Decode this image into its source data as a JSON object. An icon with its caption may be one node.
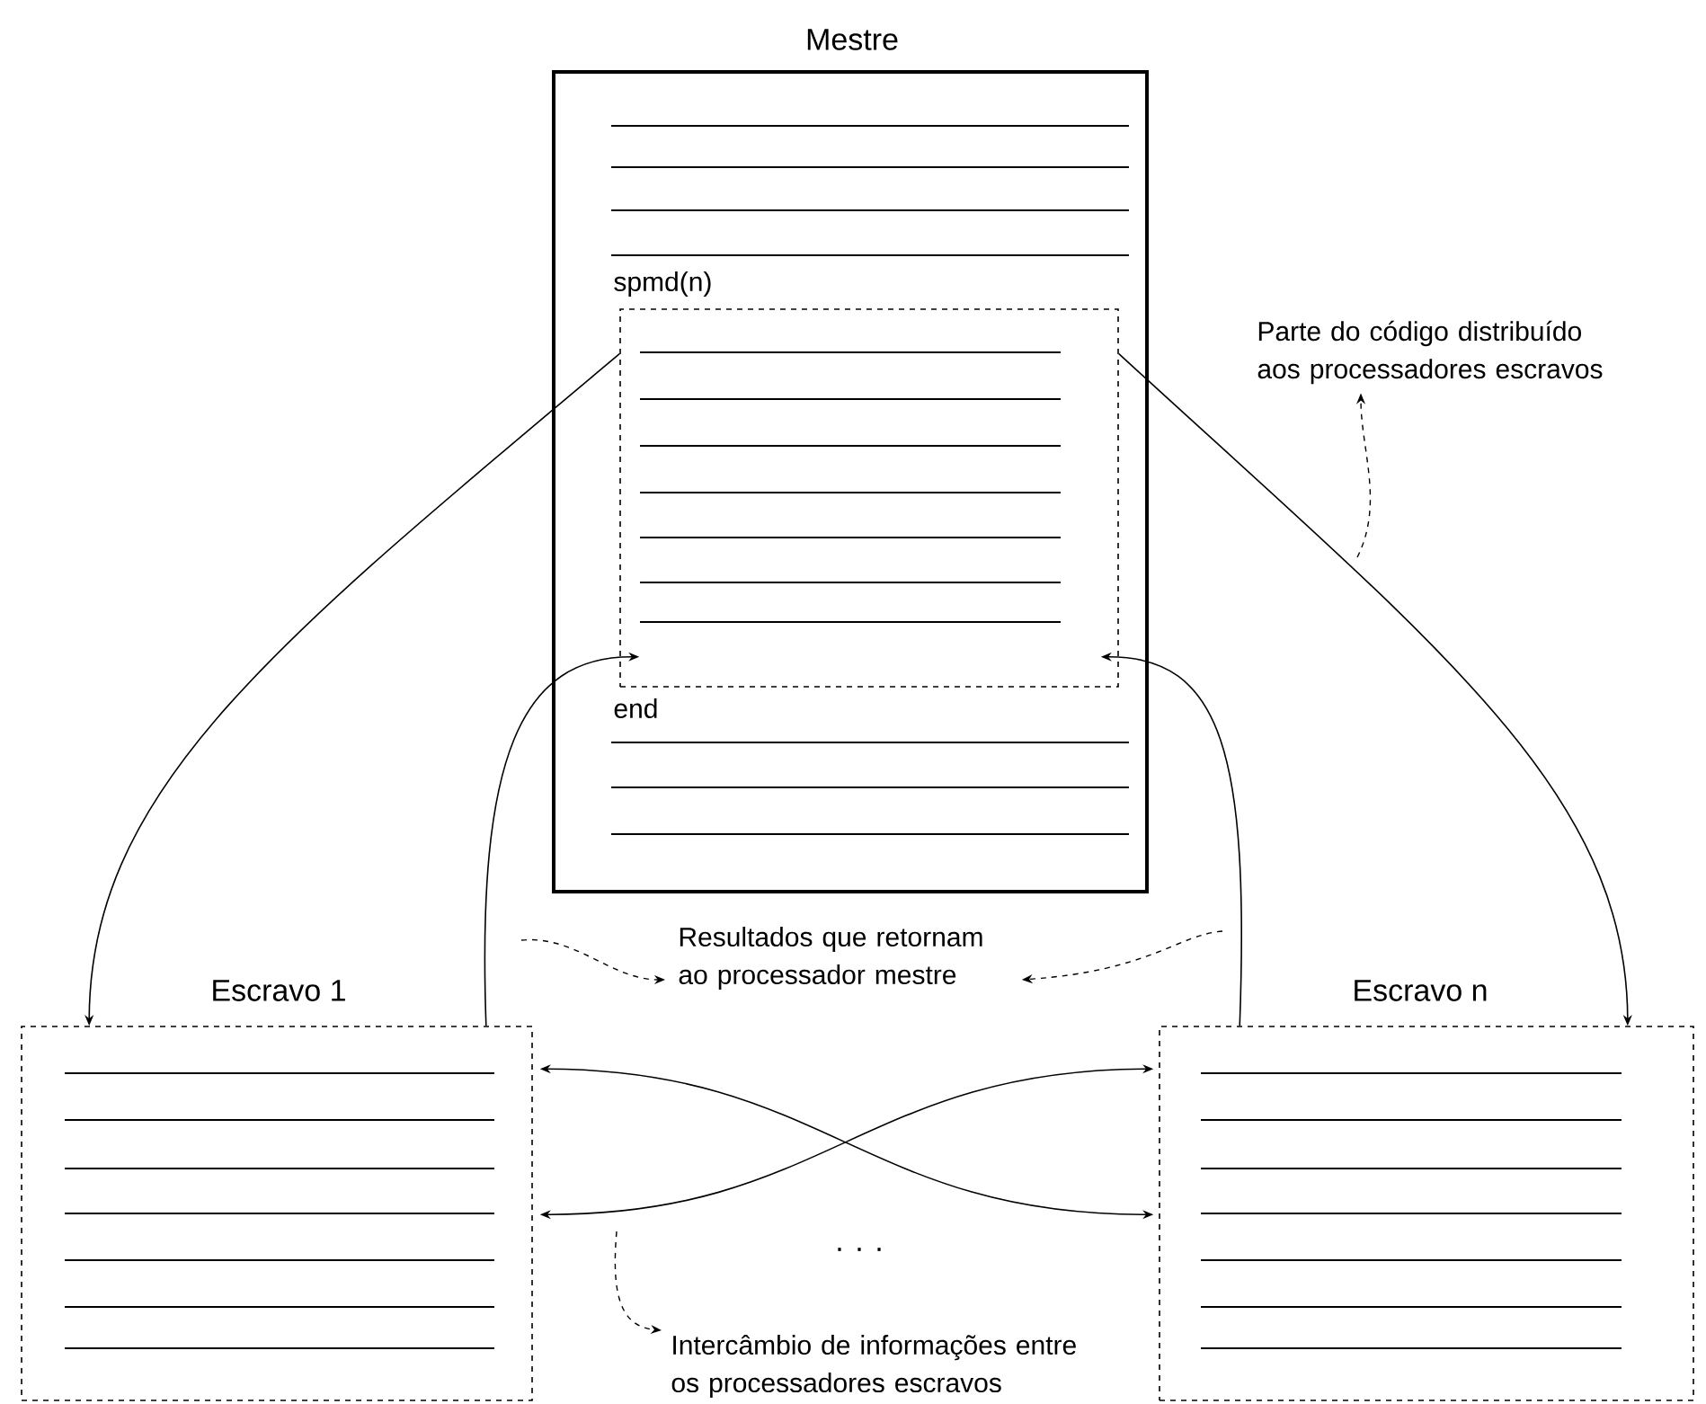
{
  "diagram": {
    "nodes": [
      {
        "text": [
          "Mestre"
        ]
      },
      {
        "text": [
          "spmd(n)"
        ],
        "beside": [
          "end"
        ],
        "in": 0
      },
      {
        "text": [
          "Escravo 1"
        ]
      },
      {
        "text": [
          "Escravo n"
        ]
      },
      {
        "text": [
          "Parte do código distribuído aos processadores escravos"
        ]
      },
      {
        "text": [
          "Resultados que retornam ao processador mestre"
        ]
      },
      {
        "text": [
          "Intercâmbio de informações entre os processadores escravos"
        ]
      }
    ],
    "edges": [
      {
        "from": 1,
        "to": 2,
        "arrow": "to"
      },
      {
        "from": 1,
        "to": 3,
        "arrow": "to"
      },
      {
        "from": 2,
        "to": 1,
        "arrow": "to"
      },
      {
        "from": 3,
        "to": 1,
        "arrow": "to"
      },
      {
        "from": 2,
        "to": 3,
        "arrow": "both"
      },
      {
        "from": 2,
        "to": 3,
        "arrow": "both"
      },
      {
        "from": null,
        "to": 4,
        "arrow": "to",
        "style": "dashed"
      },
      {
        "from": null,
        "to": 5,
        "arrow": "to",
        "style": "dashed"
      },
      {
        "from": null,
        "to": 5,
        "arrow": "to",
        "style": "dashed"
      },
      {
        "from": null,
        "to": 6,
        "arrow": "to",
        "style": "dashed"
      }
    ],
    "labels": [
      ". . ."
    ]
  }
}
